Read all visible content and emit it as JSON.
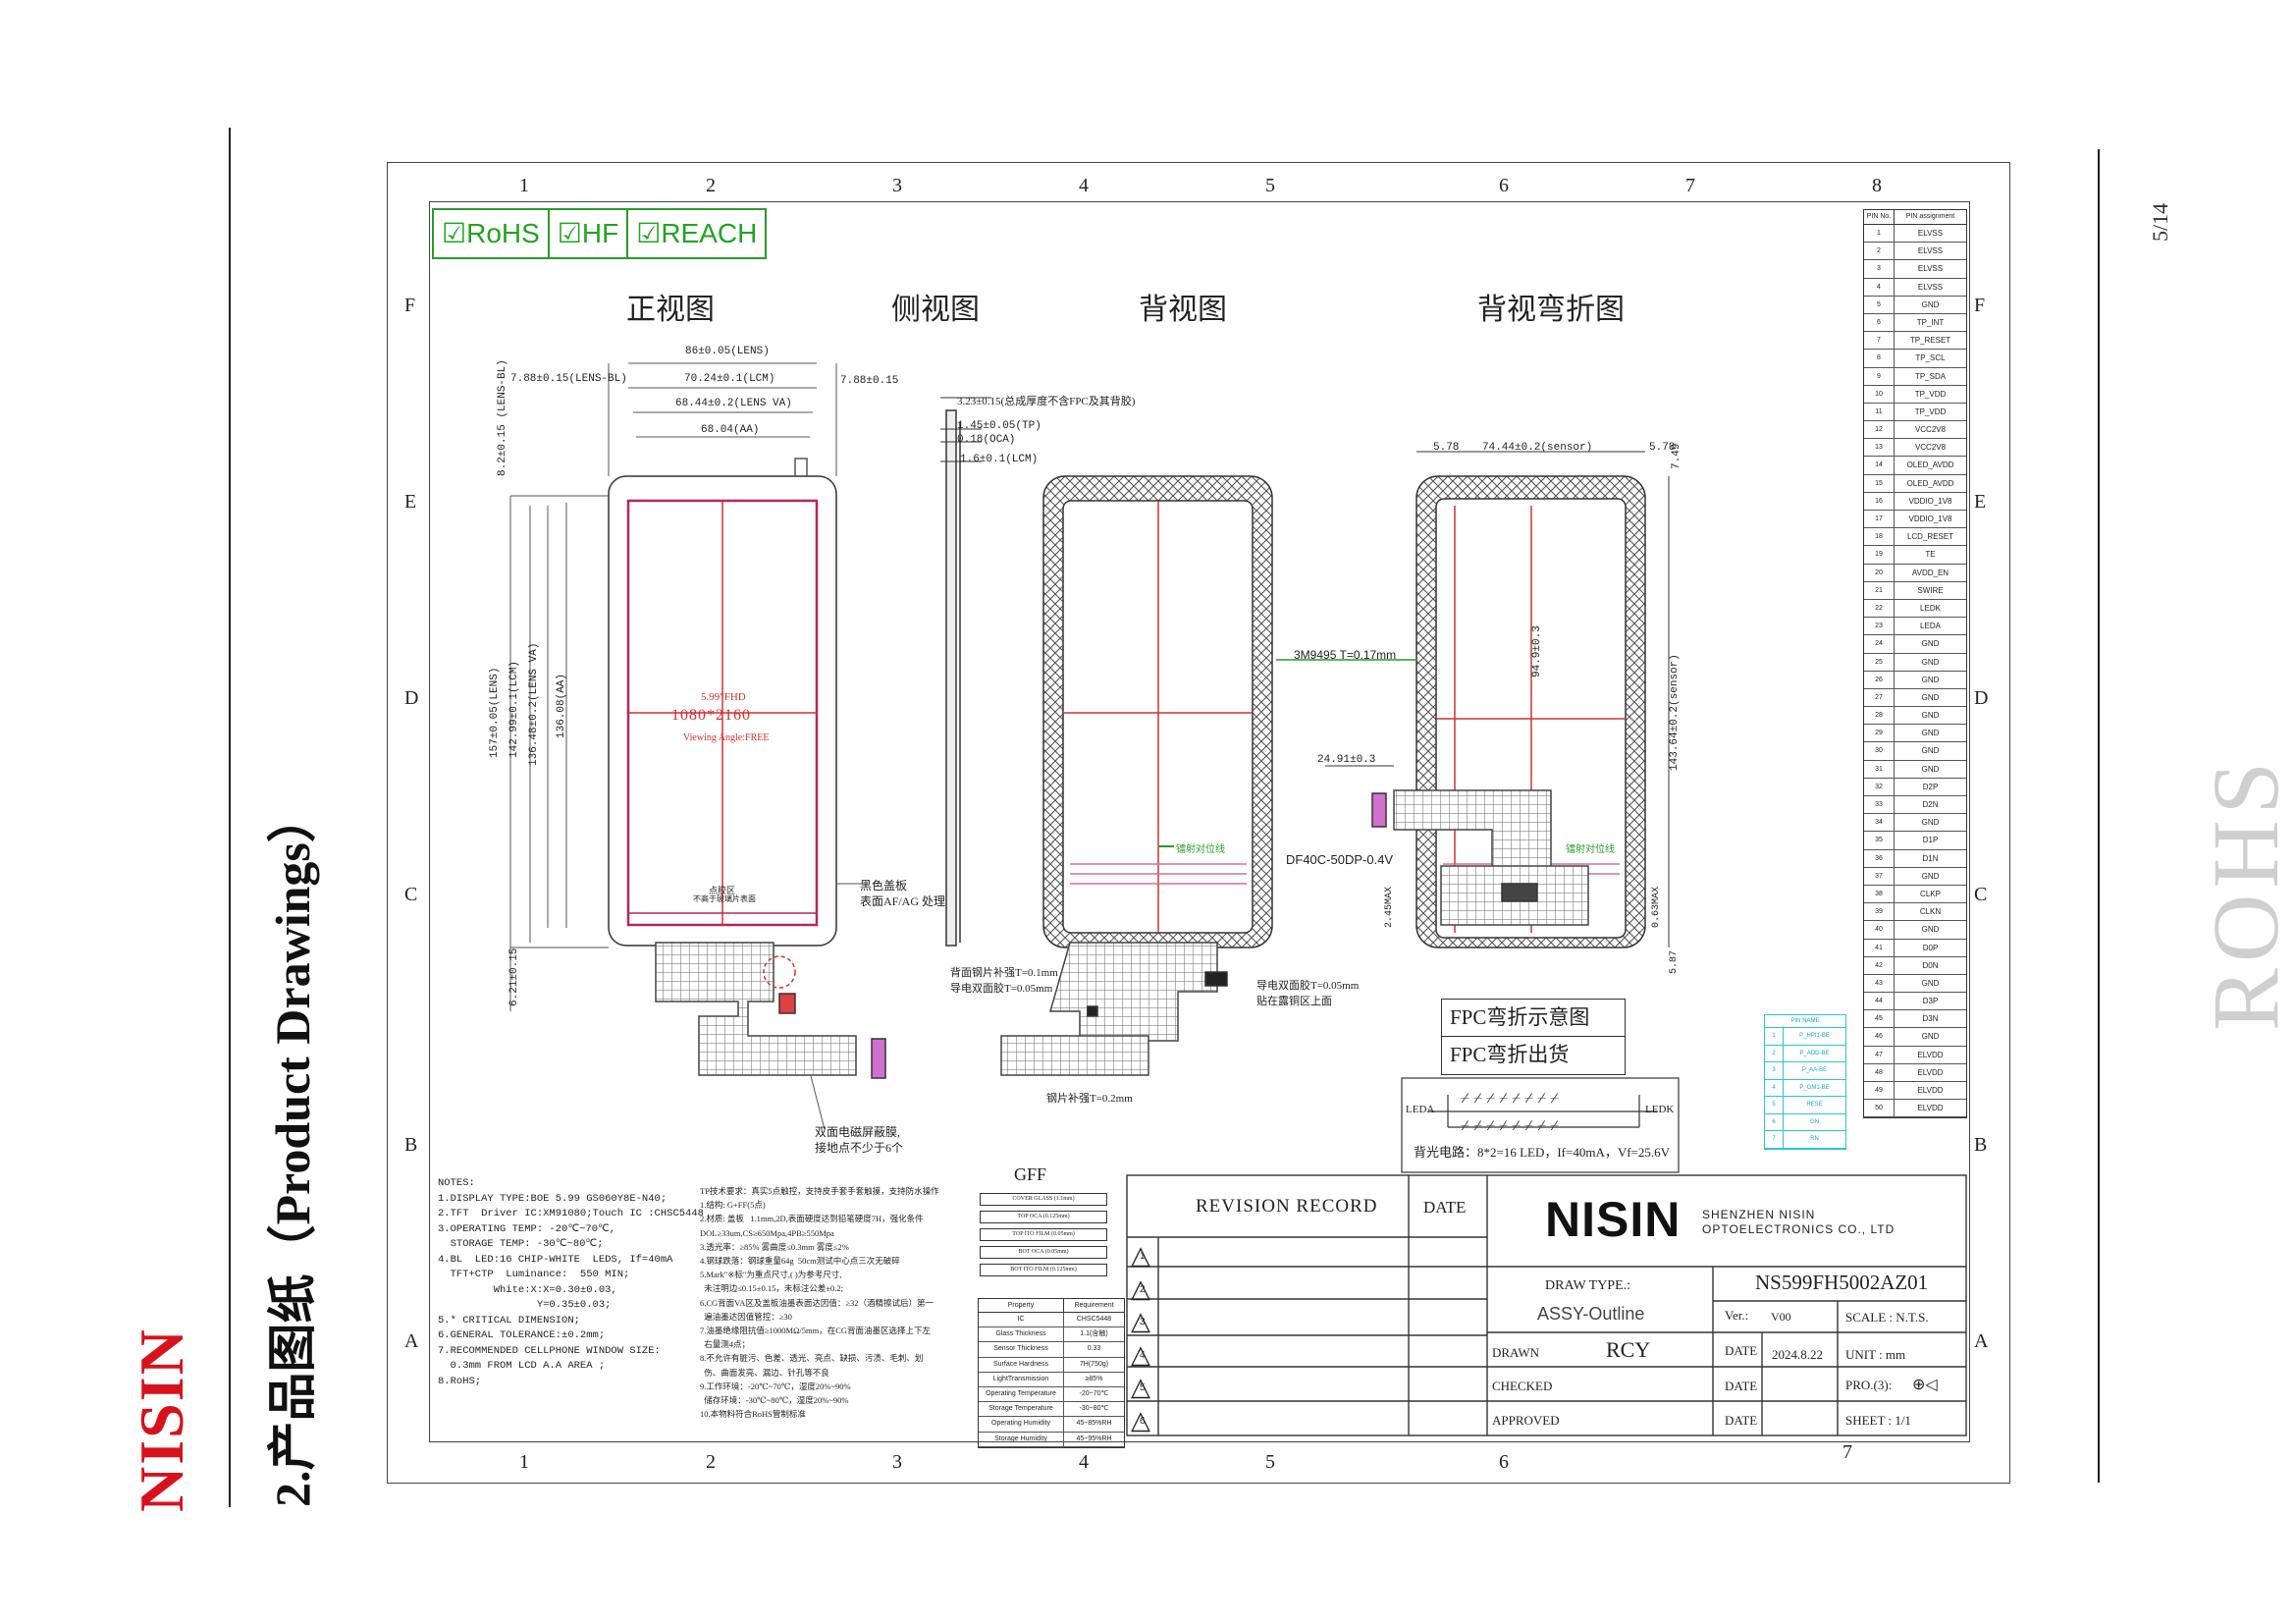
{
  "page": {
    "brand_vertical": "NISIN",
    "section_vertical": "2.产品图纸（Product Drawings）",
    "page_number": "5/14",
    "watermark": "ROHS"
  },
  "frame": {
    "col_labels": [
      "1",
      "2",
      "3",
      "4",
      "5",
      "6",
      "7",
      "8"
    ],
    "row_labels": [
      "F",
      "E",
      "D",
      "C",
      "B",
      "A"
    ],
    "bottom_col_labels": [
      "1",
      "2",
      "3",
      "4",
      "5",
      "6",
      "7"
    ]
  },
  "compliance": [
    "☑RoHS",
    "☑HF",
    "☑REACH"
  ],
  "views": {
    "front": "正视图",
    "side": "侧视图",
    "back": "背视图",
    "back_bent": "背视弯折图"
  },
  "front_dims": {
    "lens_w": "86±0.05(LENS)",
    "ocm_w": "70.24±0.1(LCM)",
    "va_w": "68.44±0.2(LENS VA)",
    "aa_w": "68.04(AA)",
    "left_bl": "7.88±0.15(LENS-BL)",
    "right_bl": "7.88±0.15",
    "top_bl": "8.2±0.15 (LENS-BL)",
    "lens_h": "157±0.05(LENS)",
    "lcm_h": "142.99±0.1(LCM)",
    "va_h": "136.48±0.2(LENS VA)",
    "aa_h": "136.08(AA)",
    "bottom_bl": "6.21±0.15",
    "center_size": "5.99\"FHD",
    "center_res": "1080*2160",
    "center_angle": "Viewing Angle:FREE",
    "bottom_mark": "点胶区",
    "bottom_mark2": "不高于玻璃片表面",
    "cover_note1": "黑色盖板",
    "cover_note2": "表面AF/AG 处理",
    "shield_note1": "双面电磁屏蔽膜,",
    "shield_note2": "接地点不少于6个"
  },
  "side_dims": {
    "total": "3.23±0.15(总成厚度不含FPC及其背胶)",
    "tp": "1.45±0.05(TP)",
    "oca": "0.18(OCA)",
    "lcm": "1.6±0.1(LCM)",
    "note_back1": "背面钢片补强T=0.1mm",
    "note_back2": "导电双面胶T=0.05mm",
    "note_cond1": "导电双面胶T=0.05mm",
    "note_cond2": "贴在露铜区上面",
    "note_steel": "钢片补强T=0.2mm",
    "location_line": "镭射对位线"
  },
  "bent_dims": {
    "w578a": "5.78",
    "sensor_w": "74.44±0.2(sensor)",
    "w578b": "5.78",
    "top749": "7.49",
    "tape": "3M9495 T=0.17mm",
    "h949": "94.9±0.3",
    "sensor_h": "143.64±0.2(sensor)",
    "w2491": "24.91±0.3",
    "connector": "DF40C-50DP-0.4V",
    "max1": "2.45MAX",
    "max2": "0.63MAX",
    "b587": "5.87",
    "location_line": "镭射对位线"
  },
  "fpc_box": [
    "FPC弯折示意图",
    "FPC弯折出货"
  ],
  "backlight": {
    "leda": "LEDA",
    "ledk": "LEDK",
    "note": "背光电路：8*2=16 LED，If=40mA，Vf=25.6V"
  },
  "pin_table": {
    "headers": [
      "PIN No.",
      "PIN assignment"
    ],
    "rows": [
      "ELVSS",
      "ELVSS",
      "ELVSS",
      "ELVSS",
      "GND",
      "TP_INT",
      "TP_RESET",
      "TP_SCL",
      "TP_SDA",
      "TP_VDD",
      "TP_VDD",
      "VCC2V8",
      "VCC2V8",
      "OLED_AVDD",
      "OLED_AVDD",
      "VDDIO_1V8",
      "VDDIO_1V8",
      "LCD_RESET",
      "TE",
      "AVDD_EN",
      "SWIRE",
      "LEDK",
      "LEDA",
      "GND",
      "GND",
      "GND",
      "GND",
      "GND",
      "GND",
      "GND",
      "GND",
      "D2P",
      "D2N",
      "GND",
      "D1P",
      "D1N",
      "GND",
      "CLKP",
      "CLKN",
      "GND",
      "D0P",
      "D0N",
      "GND",
      "D3P",
      "D3N",
      "GND",
      "ELVDD",
      "ELVDD",
      "ELVDD",
      "ELVDD"
    ]
  },
  "notes": {
    "title": "NOTES:",
    "lines": [
      "1.DISPLAY TYPE:BOE 5.99 GS060Y8E-N40;",
      "2.TFT  Driver IC:XM91080;Touch IC :CHSC5448",
      "3.OPERATING TEMP: -20℃~70℃,",
      "  STORAGE TEMP: -30℃~80℃;",
      "4.BL  LED:16 CHIP-WHITE  LEDS, If=40mA",
      "  TFT+CTP  Luminance:  550 MIN;",
      "         White:X:X=0.30±0.03,",
      "                Y=0.35±0.03;",
      "5.* CRITICAL DIMENSION;",
      "6.GENERAL TOLERANCE:±0.2mm;",
      "7.RECOMMENDED CELLPHONE WINDOW SIZE:",
      "  0.3mm FROM LCD A.A AREA ;",
      "8.RoHS;"
    ]
  },
  "tp_req": {
    "title": "TP技术要求：真实5点触控，支持皮手套手套触摸，支持防水操作",
    "lines": [
      "1.结构: G+FF(5点)",
      "2.材质: 盖板   1.1mm,2D,表面硬度达到铅笔硬度7H，强化条件",
      "DOL≥33um,CS≥650Mpa,4PB≥550Mpa",
      "3.透光率：≥85% 雾曲度≤0.3mm 雾度≤2%",
      "4.钢球跌落：钢球重量64g  50cm测试中心点三次无破碎",
      "5.Mark\"※标\"为重点尺寸,( )为参考尺寸,",
      "  未注明边≤0.15±0.15，未标注公差±0.2;",
      "6.CG背面VA区及盖板油墨表面达因值：≥32（酒精擦试后）第一",
      "  遍油墨达因值管控：≥30",
      "7.油墨绝缘阻抗值≥1000MΩ/5mm，在CG背面油墨区选择上下左",
      "  右量测4点；",
      "8.不允许有脏污、色差、透光、亮点、缺损、污渍、毛刺、划",
      "  伤、曲面发亮、漏边、针孔等不良",
      "9.工作环境：-20℃~70℃，湿度20%~90%",
      "  储存环境：-30℃~80℃，湿度20%~90%",
      "10.本物料符合RoHS管制标准"
    ]
  },
  "gff": {
    "title": "GFF",
    "layers": [
      "COVER GLASS (1.1mm)",
      "TOP OCA (0.125mm)",
      "TOP ITO FILM (0.05mm)",
      "BOT OCA (0.05mm)",
      "BOT ITO FILM (0.125mm)"
    ],
    "prop_header": [
      "Property",
      "Requirement"
    ],
    "props": [
      [
        "IC",
        "CHSC5448"
      ],
      [
        "Glass Thickness",
        "1.1(含触)"
      ],
      [
        "Sensor Thickness",
        "0.33"
      ],
      [
        "Surface Hardness",
        "7H(750g)"
      ],
      [
        "LightTransmission",
        "≥85%"
      ],
      [
        "Operating Temperature",
        "-20~70℃"
      ],
      [
        "Storage Temperature",
        "-30~80℃"
      ],
      [
        "Operating Humidity",
        "45~85%RH"
      ],
      [
        "Storage Humidity",
        "45~95%RH"
      ]
    ]
  },
  "title_block": {
    "revision_record": "REVISION RECORD",
    "date": "DATE",
    "rev_marks": [
      "1",
      "2",
      "3",
      "4",
      "5",
      "6"
    ],
    "logo": "NISIN",
    "company1": "SHENZHEN NISIN",
    "company2": "OPTOELECTRONICS CO., LTD",
    "part_no": "NS599FH5002AZ01",
    "draw_type_label": "DRAW TYPE.:",
    "draw_type": "ASSY-Outline",
    "ver_label": "Ver.:",
    "ver": "V00",
    "scale": "SCALE : N.T.S.",
    "drawn_label": "DRAWN",
    "drawn": "RCY",
    "date_label": "DATE",
    "date_value": "2024.8.22",
    "unit": "UNIT : mm",
    "checked_label": "CHECKED",
    "pro_label": "PRO.(3):",
    "approved_label": "APPROVED",
    "sheet": "SHEET :  1/1"
  },
  "cyan_table": {
    "header": "PIN NAME",
    "rows": [
      "P_HPI1-BE",
      "P_ADD-BE",
      "P_AA-BE",
      "P_GM1-BE",
      "RESE",
      "GN",
      "RN"
    ]
  }
}
